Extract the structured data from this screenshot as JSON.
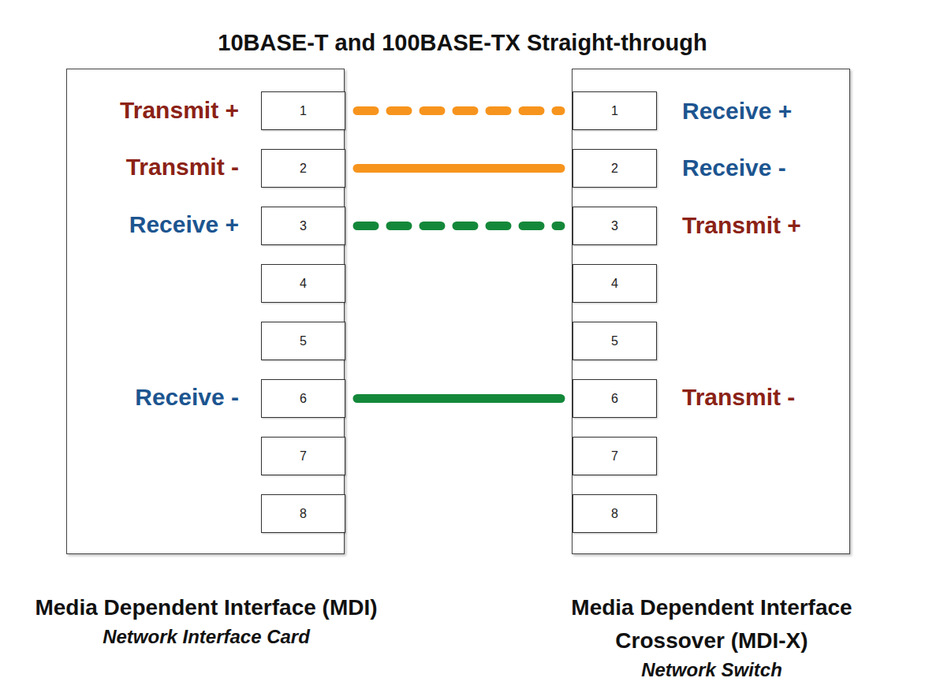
{
  "diagram": {
    "title": "10BASE-T and 100BASE-TX Straight-through",
    "nodes": [
      {
        "text": [
          "Media Dependent Interface (MDI)",
          "Network Interface Card"
        ]
      },
      {
        "text": [
          "1"
        ],
        "in": 0
      },
      {
        "text": [
          "2"
        ],
        "in": 0
      },
      {
        "text": [
          "3"
        ],
        "in": 0
      },
      {
        "text": [
          "4"
        ],
        "in": 0
      },
      {
        "text": [
          "5"
        ],
        "in": 0
      },
      {
        "text": [
          "6"
        ],
        "in": 0
      },
      {
        "text": [
          "7"
        ],
        "in": 0
      },
      {
        "text": [
          "8"
        ],
        "in": 0
      },
      {
        "text": [
          "Media Dependent Interface Crossover (MDI-X)",
          "Network Switch"
        ]
      },
      {
        "text": [
          "1"
        ],
        "in": 9
      },
      {
        "text": [
          "2"
        ],
        "in": 9
      },
      {
        "text": [
          "3"
        ],
        "in": 9
      },
      {
        "text": [
          "4"
        ],
        "in": 9
      },
      {
        "text": [
          "5"
        ],
        "in": 9
      },
      {
        "text": [
          "6"
        ],
        "in": 9
      },
      {
        "text": [
          "7"
        ],
        "in": 9
      },
      {
        "text": [
          "8"
        ],
        "in": 9
      }
    ],
    "edges": [
      {
        "from": 1,
        "to": 10,
        "arrow": "none"
      },
      {
        "from": 2,
        "to": 11,
        "arrow": "none"
      },
      {
        "from": 3,
        "to": 12,
        "arrow": "none"
      },
      {
        "from": 6,
        "to": 15,
        "arrow": "none"
      }
    ],
    "labels": [
      "Transmit +",
      "Transmit -",
      "Receive +",
      "Receive -",
      "Receive +",
      "Receive -",
      "Transmit +",
      "Transmit -"
    ]
  }
}
